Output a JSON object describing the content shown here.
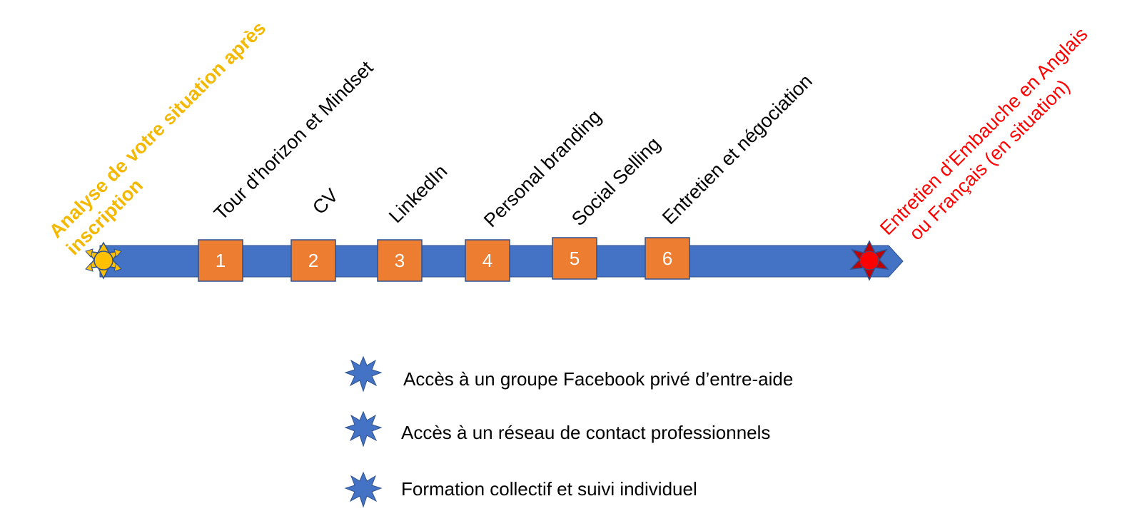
{
  "timeline": {
    "start_label_line1": "Analyse de votre situation après",
    "start_label_line2": "inscription",
    "end_label_line1": "Entretien d’Embauche en Anglais",
    "end_label_line2": "ou Français (en situation)",
    "steps": [
      {
        "number": "1",
        "label": "Tour d’horizon et Mindset"
      },
      {
        "number": "2",
        "label": "CV"
      },
      {
        "number": "3",
        "label": "LinkedIn"
      },
      {
        "number": "4",
        "label": "Personal branding"
      },
      {
        "number": "5",
        "label": "Social Selling"
      },
      {
        "number": "6",
        "label": "Entretien et négociation"
      }
    ]
  },
  "benefits": [
    {
      "icon": "burst-star-icon",
      "text": "Accès à un groupe Facebook privé d’entre-aide"
    },
    {
      "icon": "burst-star-icon",
      "text": "Accès à un réseau de contact professionnels"
    },
    {
      "icon": "burst-star-icon",
      "text": "Formation collectif et suivi individuel"
    }
  ],
  "colors": {
    "arrow": "#4472c4",
    "step_box": "#ed7d31",
    "start_marker": "#ffc000",
    "start_label": "#f5b800",
    "end_marker": "#ff0000",
    "end_label": "#ff0000",
    "benefit_icon": "#4472c4"
  }
}
